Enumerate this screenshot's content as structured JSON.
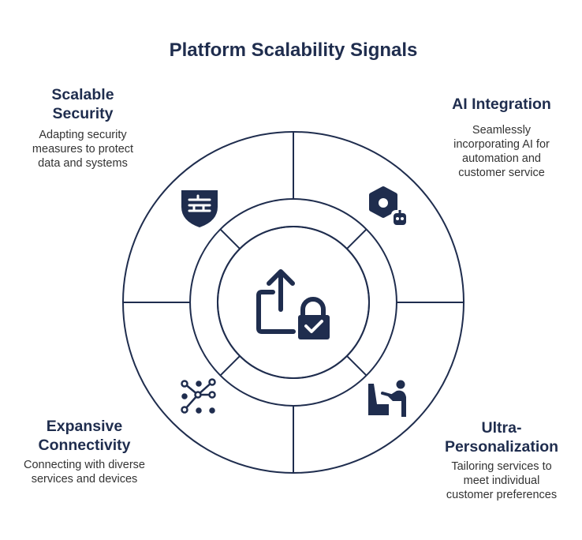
{
  "title": "Platform Scalability Signals",
  "colors": {
    "primary": "#1f2d4e",
    "text": "#333333",
    "background": "#ffffff"
  },
  "center": {
    "icon": "share-lock-icon"
  },
  "items": [
    {
      "position": "top-left",
      "heading_lines": [
        "Scalable",
        "Security"
      ],
      "description_lines": [
        "Adapting security",
        "measures to protect",
        "data and systems"
      ],
      "icon": "firewall-shield-icon"
    },
    {
      "position": "top-right",
      "heading_lines": [
        "AI Integration"
      ],
      "description_lines": [
        "Seamlessly",
        "incorporating AI for",
        "automation and",
        "customer service"
      ],
      "icon": "hexagon-robot-icon"
    },
    {
      "position": "bottom-left",
      "heading_lines": [
        "Expansive",
        "Connectivity"
      ],
      "description_lines": [
        "Connecting with diverse",
        "services and devices"
      ],
      "icon": "network-nodes-icon"
    },
    {
      "position": "bottom-right",
      "heading_lines": [
        "Ultra-",
        "Personalization"
      ],
      "description_lines": [
        "Tailoring services to",
        "meet individual",
        "customer preferences"
      ],
      "icon": "person-chair-icon"
    }
  ]
}
